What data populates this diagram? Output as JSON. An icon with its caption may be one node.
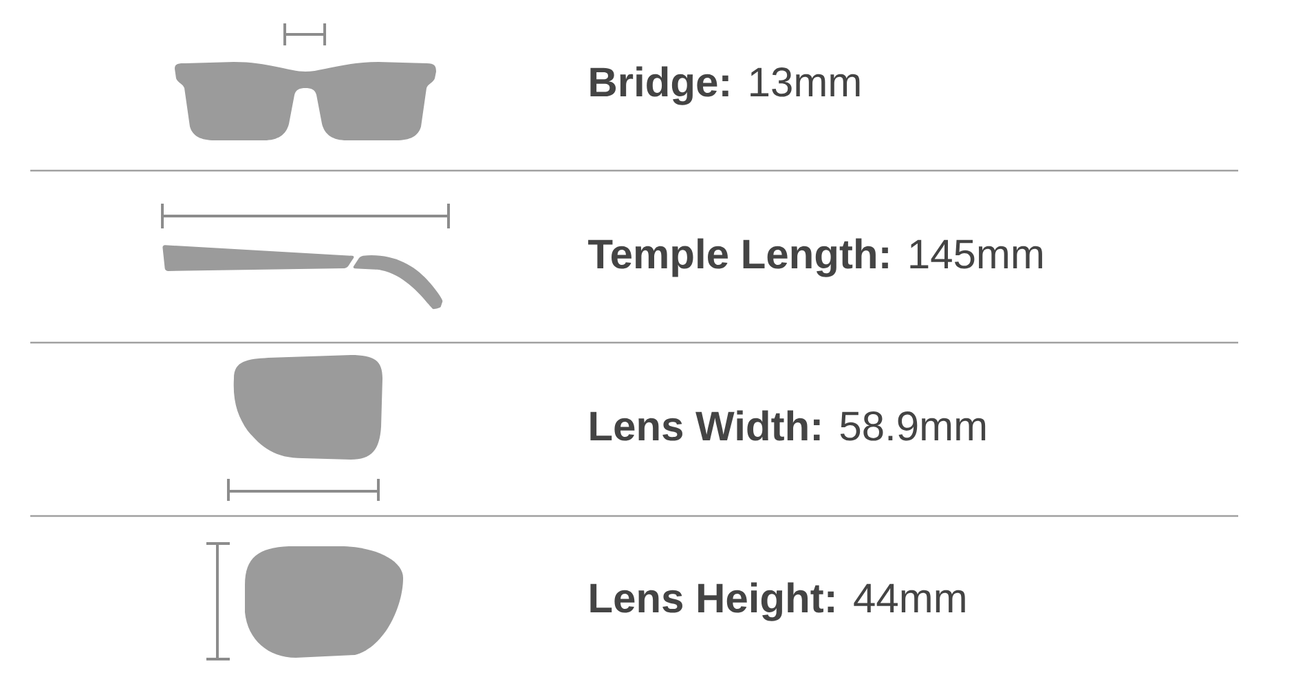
{
  "diagram": {
    "labels": [
      "**Bridge:** 13mm",
      "**Temple Length:** 145mm",
      "**Lens Width:** 58.9mm",
      "**Lens Height:** 44mm"
    ]
  }
}
